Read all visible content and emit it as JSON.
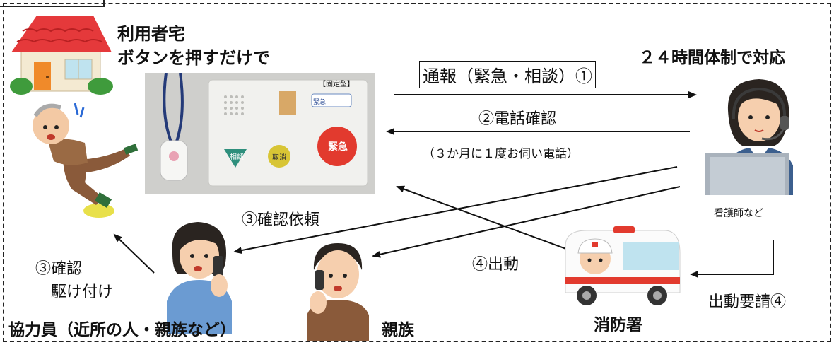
{
  "user_home": {
    "line1": "利用者宅",
    "line2": "ボタンを押すだけで"
  },
  "device_tag": "【固定型】",
  "device_labels": {
    "top_button": "緊急",
    "green": "相談",
    "yellow": "取消",
    "red": "緊急"
  },
  "flow": {
    "report": "通報（緊急・相談）①",
    "phone_check": "②電話確認",
    "monthly_call": "（３か月に１度お伺い電話）",
    "confirm_request": "③確認依頼",
    "dispatch": "④出動",
    "dispatch_request": "出動要請④",
    "rush": {
      "line1": "③確認",
      "line2": "駆け付け"
    }
  },
  "center": {
    "title": "２４時間体制で対応",
    "staff": "看護師など"
  },
  "helper": "協力員（近所の人・親族など）",
  "relative": "親族",
  "fire_station": "消防署",
  "colors": {
    "roof": "#e5393b",
    "wall": "#f4ead2",
    "door": "#f08a2a",
    "device": "#f1f1ee"
  }
}
